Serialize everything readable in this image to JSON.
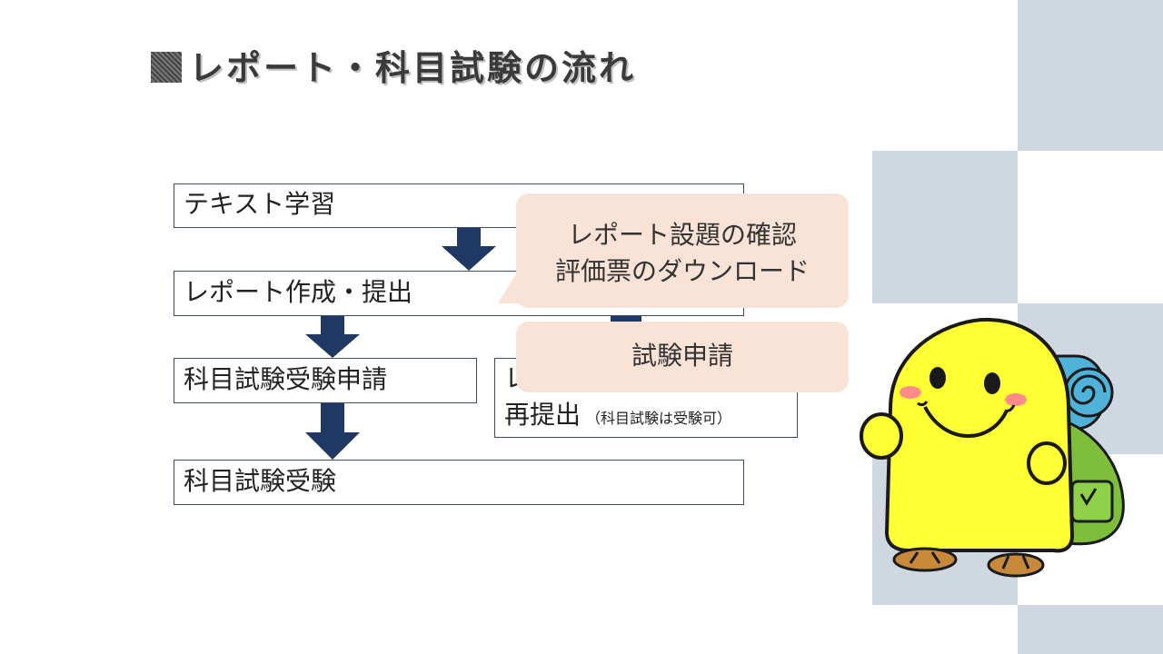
{
  "title": "レポート・科目試験の流れ",
  "flow": {
    "step1": "テキスト学習",
    "step2": "レポート作成・提出",
    "step3": "科目試験受験申請",
    "step4_line1": "レ",
    "step4_line2": "再提出",
    "step4_note": "（科目試験は受験可）",
    "step5": "科目試験受験"
  },
  "callouts": {
    "c1_line1": "レポート設題の確認",
    "c1_line2": "評価票のダウンロード",
    "c2": "試験申請"
  },
  "colors": {
    "arrow": "#1f3864",
    "callout_bg": "#f8e3d6",
    "checker": "#cfd7e0",
    "mascot_body": "#ffff33",
    "backpack": "#7dbf3a"
  },
  "icons": [
    "mascot-illustration"
  ]
}
